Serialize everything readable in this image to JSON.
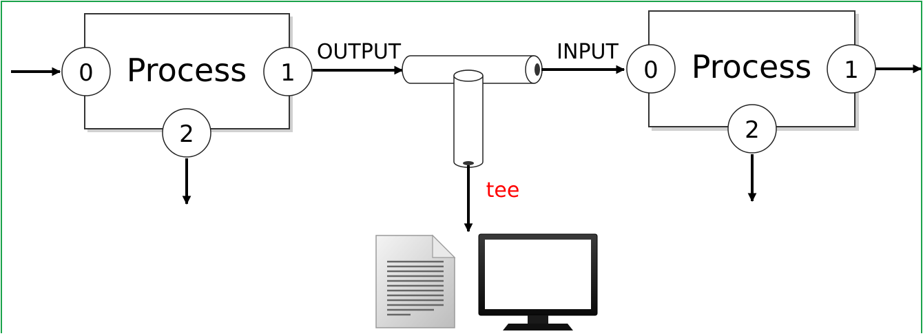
{
  "process_left": {
    "label": "Process",
    "ports": [
      "0",
      "1",
      "2"
    ]
  },
  "process_right": {
    "label": "Process",
    "ports": [
      "0",
      "1",
      "2"
    ]
  },
  "labels": {
    "output": "OUTPUT",
    "input": "INPUT",
    "tee": "tee"
  },
  "colors": {
    "frame": "#1aa34a",
    "tee_label": "#ff0000",
    "box_shadow": "#d0d0d0"
  },
  "icons": {
    "file": "document-icon",
    "monitor": "monitor-icon"
  }
}
